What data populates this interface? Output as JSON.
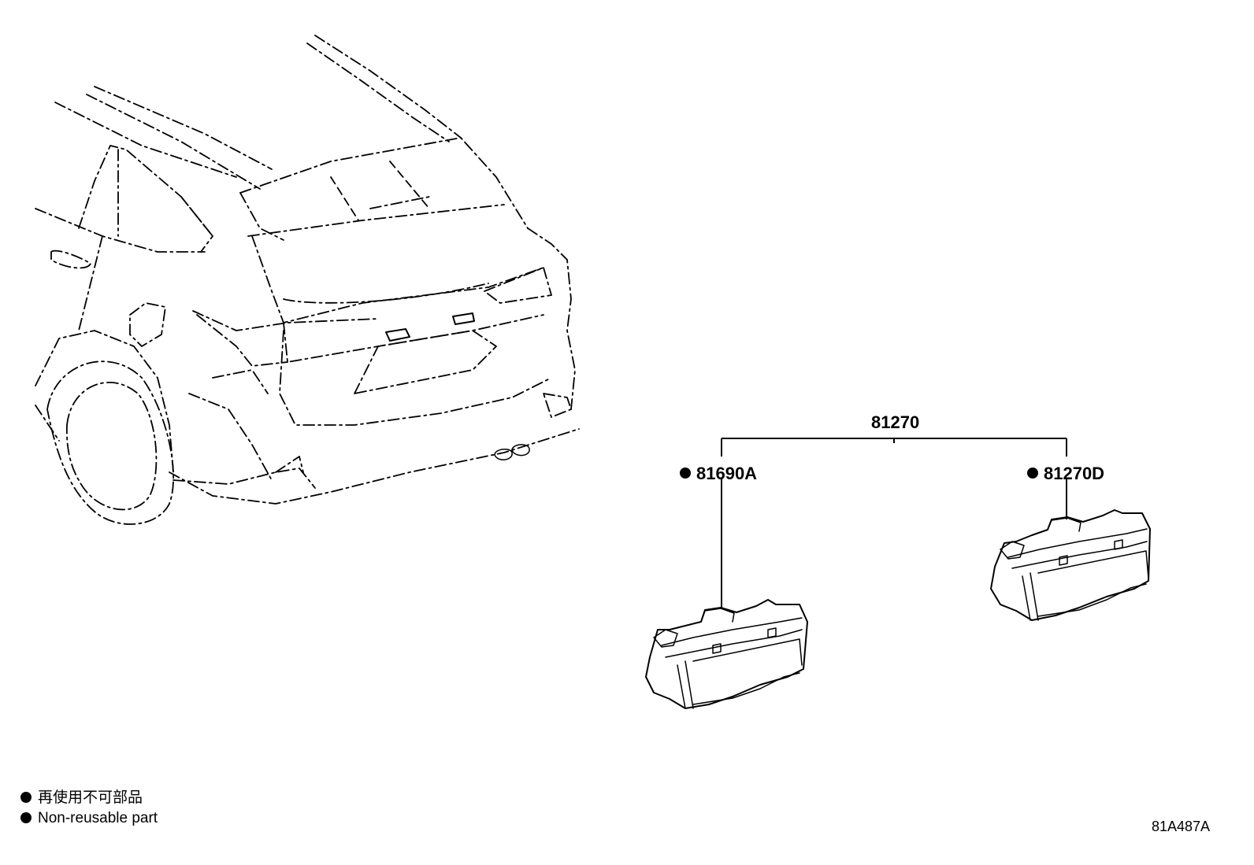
{
  "diagram": {
    "parts": {
      "assembly": {
        "number": "81270"
      },
      "left_part": {
        "number": "81690A",
        "non_reusable": true
      },
      "right_part": {
        "number": "81270D",
        "non_reusable": true
      }
    },
    "legend": {
      "symbol": "filled-circle",
      "text_ja": "再使用不可部品",
      "text_en": "Non-reusable part"
    },
    "illustration_code": "81A487A"
  },
  "colors": {
    "ink": "#000000",
    "background": "#ffffff"
  }
}
